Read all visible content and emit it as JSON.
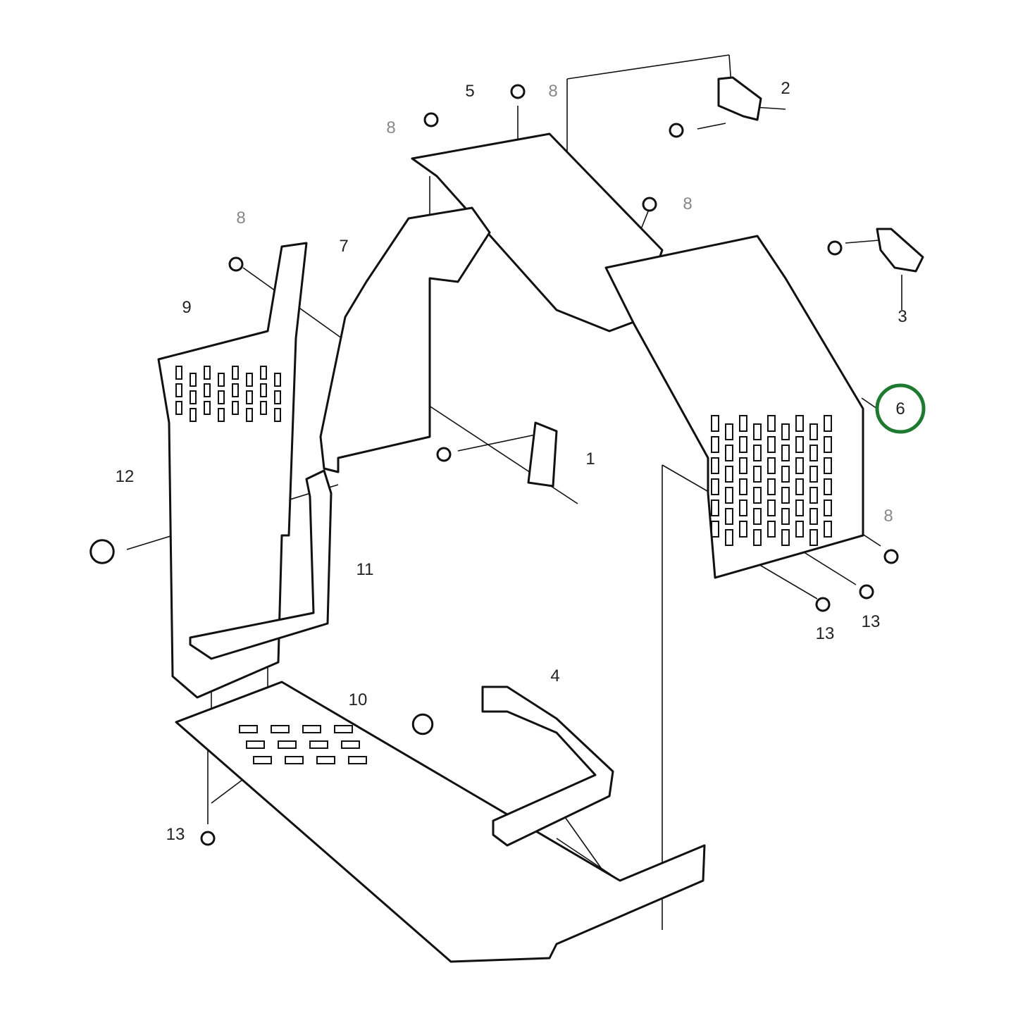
{
  "callouts": [
    {
      "id": "c1",
      "text": "1",
      "grey": false
    },
    {
      "id": "c2",
      "text": "2",
      "grey": false
    },
    {
      "id": "c3",
      "text": "3",
      "grey": false
    },
    {
      "id": "c4",
      "text": "4",
      "grey": false
    },
    {
      "id": "c5",
      "text": "5",
      "grey": false
    },
    {
      "id": "c6",
      "text": "6",
      "grey": false,
      "highlighted": true
    },
    {
      "id": "c7",
      "text": "7",
      "grey": false
    },
    {
      "id": "c8a",
      "text": "8",
      "grey": true
    },
    {
      "id": "c8b",
      "text": "8",
      "grey": true
    },
    {
      "id": "c8c",
      "text": "8",
      "grey": true
    },
    {
      "id": "c8d",
      "text": "8",
      "grey": true
    },
    {
      "id": "c8e",
      "text": "8",
      "grey": true
    },
    {
      "id": "c9",
      "text": "9",
      "grey": false
    },
    {
      "id": "c10",
      "text": "10",
      "grey": false
    },
    {
      "id": "c11",
      "text": "11",
      "grey": false
    },
    {
      "id": "c12",
      "text": "12",
      "grey": false
    },
    {
      "id": "c13a",
      "text": "13",
      "grey": false
    },
    {
      "id": "c13b",
      "text": "13",
      "grey": false
    },
    {
      "id": "c13c",
      "text": "13",
      "grey": false
    }
  ],
  "colors": {
    "highlight_circle": "#1e7a30",
    "line": "#111111",
    "grey_label": "#888888"
  }
}
